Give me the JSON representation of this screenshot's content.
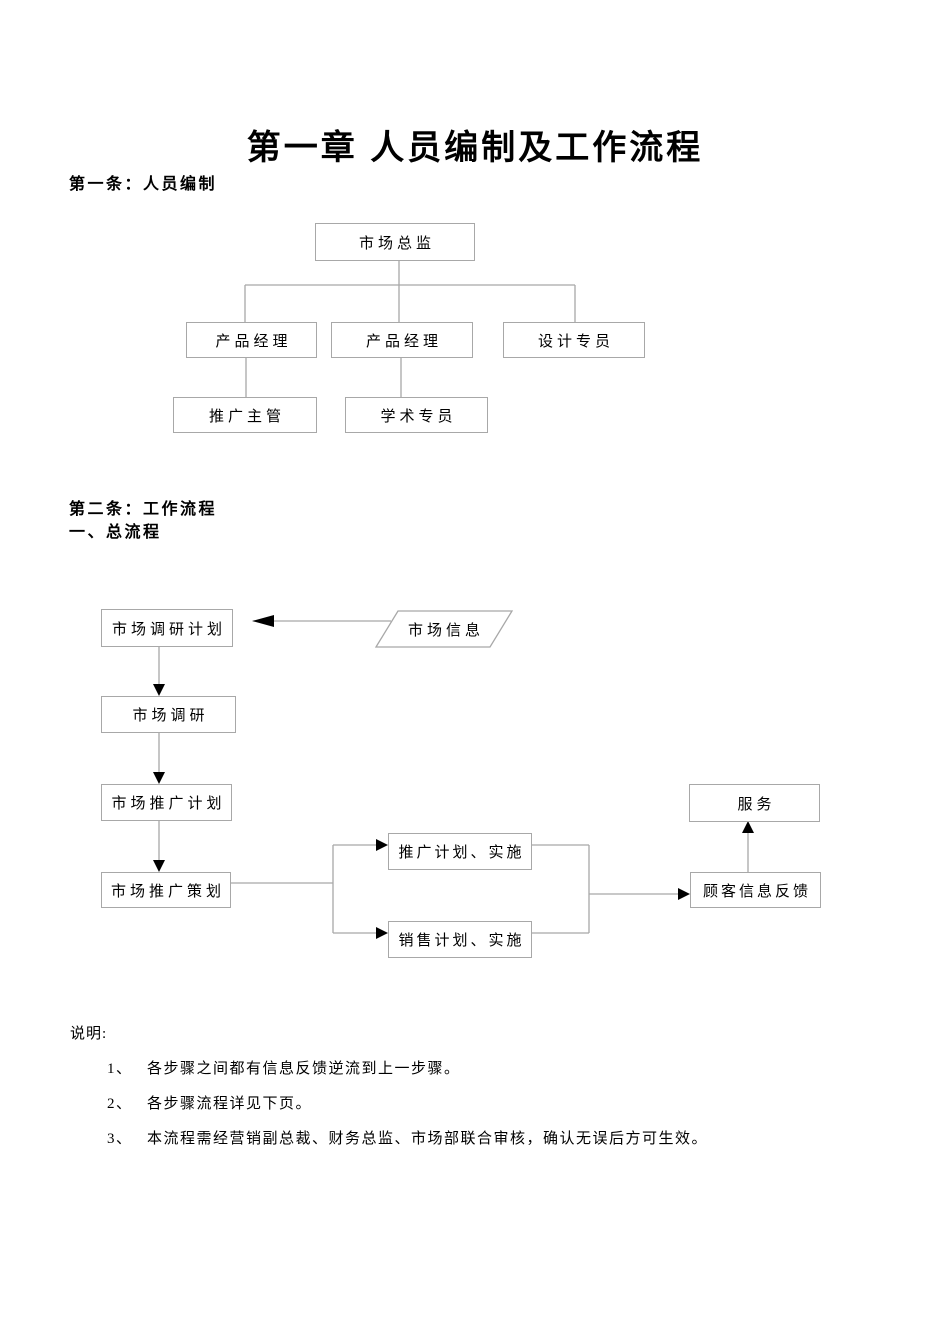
{
  "page": {
    "title": "第一章 人员编制及工作流程",
    "section1_heading": "第一条：人员编制",
    "section2_heading": "第二条：工作流程",
    "section2_sub_heading": "一、总流程"
  },
  "org_chart": {
    "director": "市场总监",
    "product_manager_1": "产品经理",
    "product_manager_2": "产品经理",
    "design_specialist": "设计专员",
    "promotion_supervisor": "推广主管",
    "academic_specialist": "学术专员"
  },
  "flowchart": {
    "market_research_plan": "市场调研计划",
    "market_info": "市场信息",
    "market_research": "市场调研",
    "market_promotion_plan": "市场推广计划",
    "market_promotion_strategy": "市场推广策划",
    "promotion_plan_impl": "推广计划、实施",
    "sales_plan_impl": "销售计划、实施",
    "service": "服务",
    "customer_feedback": "顾客信息反馈"
  },
  "notes": {
    "label": "说明:",
    "items": [
      {
        "num": "1、",
        "text": "各步骤之间都有信息反馈逆流到上一步骤。"
      },
      {
        "num": "2、",
        "text": "各步骤流程详见下页。"
      },
      {
        "num": "3、",
        "text": "本流程需经营销副总裁、财务总监、市场部联合审核，确认无误后方可生效。"
      }
    ]
  },
  "colors": {
    "line": "#a8a8a8",
    "box_border": "#a8a8a8",
    "arrowhead": "#000000",
    "text": "#000000",
    "background": "#ffffff"
  }
}
